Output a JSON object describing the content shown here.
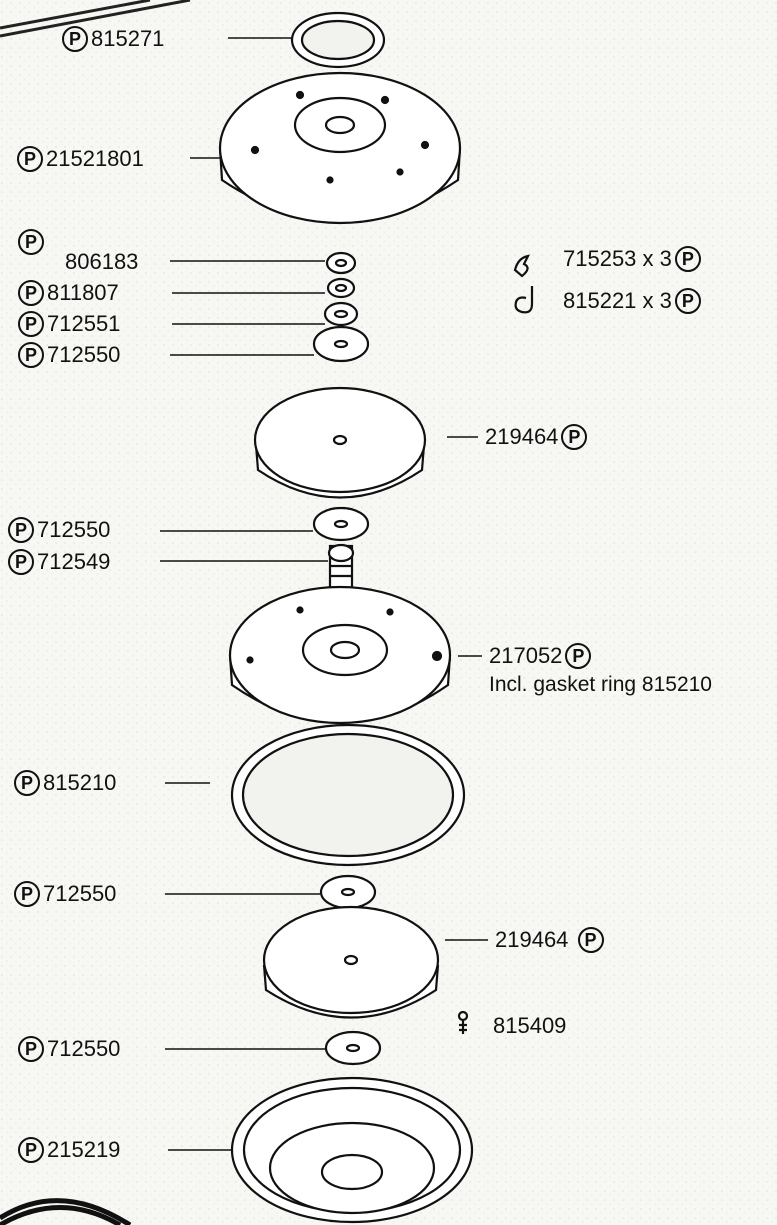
{
  "marker_letter": "P",
  "callouts": [
    {
      "id": "c1",
      "number": "815271",
      "marker": "before"
    },
    {
      "id": "c2",
      "number": "21521801",
      "marker": "before"
    },
    {
      "id": "c3",
      "number": "806183",
      "marker": "above"
    },
    {
      "id": "c4",
      "number": "811807",
      "marker": "before"
    },
    {
      "id": "c5",
      "number": "712551",
      "marker": "before"
    },
    {
      "id": "c6",
      "number": "712550",
      "marker": "before"
    },
    {
      "id": "c7",
      "number": "219464",
      "marker": "after"
    },
    {
      "id": "c8",
      "number": "712550",
      "marker": "before"
    },
    {
      "id": "c9",
      "number": "712549",
      "marker": "before"
    },
    {
      "id": "c10",
      "number": "217052",
      "marker": "after"
    },
    {
      "id": "c11",
      "number": "815210",
      "marker": "before"
    },
    {
      "id": "c12",
      "number": "712550",
      "marker": "before"
    },
    {
      "id": "c13",
      "number": "219464",
      "marker": "after"
    },
    {
      "id": "c14",
      "number": "712550",
      "marker": "before"
    },
    {
      "id": "c15",
      "number": "215219",
      "marker": "before"
    }
  ],
  "side_parts": [
    {
      "text": "715253 x 3",
      "icon": "clip-icon"
    },
    {
      "text": "815221 x 3",
      "icon": "hook-icon"
    },
    {
      "text": "815409",
      "icon": "screw-icon"
    }
  ],
  "note": "Incl. gasket ring 815210"
}
